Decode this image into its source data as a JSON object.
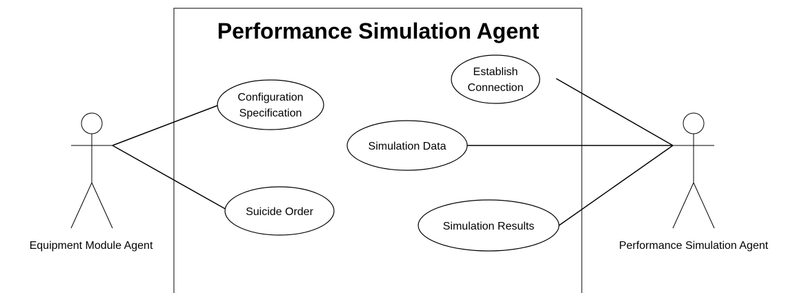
{
  "system": {
    "title": "Performance Simulation Agent"
  },
  "actors": {
    "left": {
      "label": "Equipment Module Agent"
    },
    "right": {
      "label": "Performance Simulation Agent"
    }
  },
  "use_cases": {
    "configuration_specification": {
      "lines": [
        "Configuration",
        "Specification"
      ]
    },
    "suicide_order": {
      "lines": [
        "Suicide Order"
      ]
    },
    "establish_connection": {
      "lines": [
        "Establish",
        "Connection"
      ]
    },
    "simulation_data": {
      "lines": [
        "Simulation Data"
      ]
    },
    "simulation_results": {
      "lines": [
        "Simulation Results"
      ]
    }
  }
}
